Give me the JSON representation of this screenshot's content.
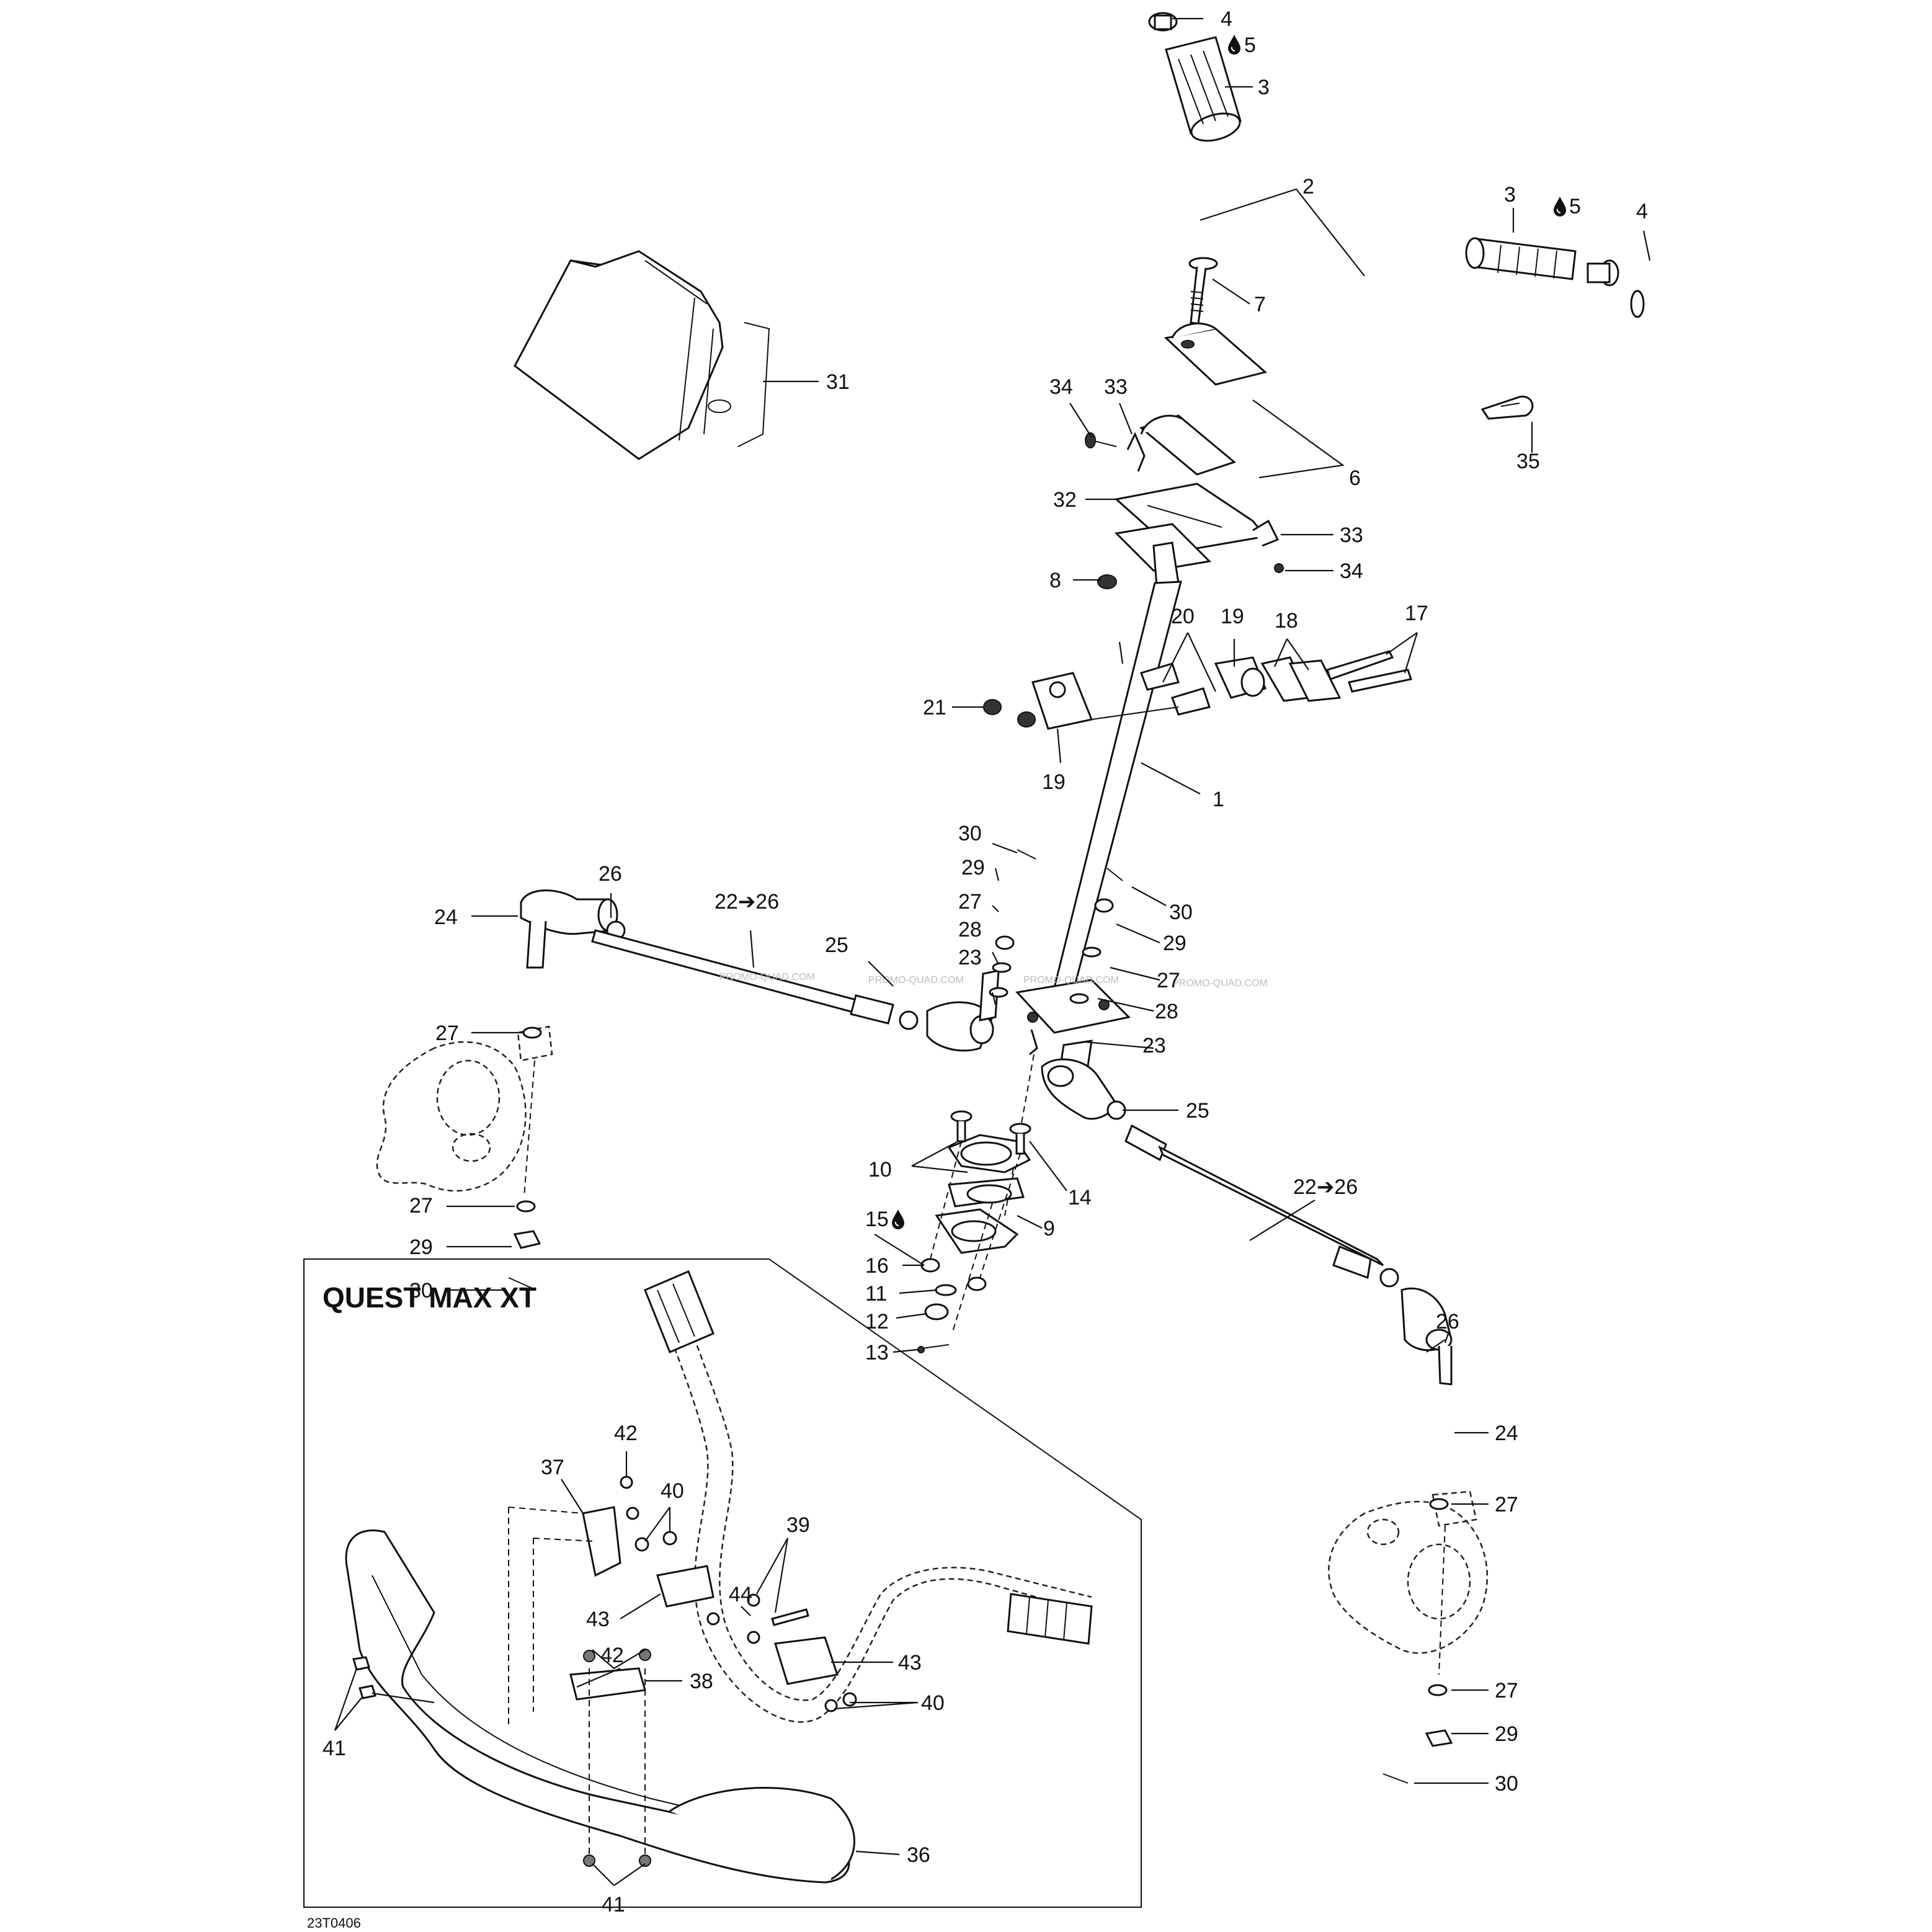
{
  "diagram": {
    "inset_title": "QUEST MAX XT",
    "drawing_code": "23T0406",
    "watermark": "PROMO-QUAD.COM",
    "oil_icon": "drop-icon",
    "callouts": [
      {
        "id": "c-4a",
        "text": "4"
      },
      {
        "id": "c-5a",
        "text": "5",
        "oil": true
      },
      {
        "id": "c-3a",
        "text": "3"
      },
      {
        "id": "c-2",
        "text": "2"
      },
      {
        "id": "c-3b",
        "text": "3"
      },
      {
        "id": "c-5b",
        "text": "5",
        "oil": true
      },
      {
        "id": "c-4b",
        "text": "4"
      },
      {
        "id": "c-7",
        "text": "7"
      },
      {
        "id": "c-31",
        "text": "31"
      },
      {
        "id": "c-34a",
        "text": "34"
      },
      {
        "id": "c-33a",
        "text": "33"
      },
      {
        "id": "c-6",
        "text": "6"
      },
      {
        "id": "c-35",
        "text": "35"
      },
      {
        "id": "c-32",
        "text": "32"
      },
      {
        "id": "c-33b",
        "text": "33"
      },
      {
        "id": "c-8",
        "text": "8"
      },
      {
        "id": "c-34b",
        "text": "34"
      },
      {
        "id": "c-20",
        "text": "20"
      },
      {
        "id": "c-19a",
        "text": "19"
      },
      {
        "id": "c-18",
        "text": "18"
      },
      {
        "id": "c-17",
        "text": "17"
      },
      {
        "id": "c-21",
        "text": "21"
      },
      {
        "id": "c-19b",
        "text": "19"
      },
      {
        "id": "c-1",
        "text": "1"
      },
      {
        "id": "c-30a",
        "text": "30"
      },
      {
        "id": "c-29a",
        "text": "29"
      },
      {
        "id": "c-26a",
        "text": "26"
      },
      {
        "id": "c-22a",
        "text": "22➔26"
      },
      {
        "id": "c-24a",
        "text": "24"
      },
      {
        "id": "c-27a",
        "text": "27"
      },
      {
        "id": "c-30b",
        "text": "30"
      },
      {
        "id": "c-28a",
        "text": "28"
      },
      {
        "id": "c-29b",
        "text": "29"
      },
      {
        "id": "c-25a",
        "text": "25"
      },
      {
        "id": "c-23a",
        "text": "23"
      },
      {
        "id": "c-27b",
        "text": "27"
      },
      {
        "id": "c-27c",
        "text": "27"
      },
      {
        "id": "c-28b",
        "text": "28"
      },
      {
        "id": "c-23b",
        "text": "23"
      },
      {
        "id": "c-25b",
        "text": "25"
      },
      {
        "id": "c-10",
        "text": "10"
      },
      {
        "id": "c-14",
        "text": "14"
      },
      {
        "id": "c-22b",
        "text": "22➔26"
      },
      {
        "id": "c-15",
        "text": "15",
        "oil": true
      },
      {
        "id": "c-9",
        "text": "9"
      },
      {
        "id": "c-27d",
        "text": "27"
      },
      {
        "id": "c-29c",
        "text": "29"
      },
      {
        "id": "c-16",
        "text": "16"
      },
      {
        "id": "c-30c",
        "text": "30"
      },
      {
        "id": "c-11",
        "text": "11"
      },
      {
        "id": "c-12",
        "text": "12"
      },
      {
        "id": "c-13",
        "text": "13"
      },
      {
        "id": "c-26b",
        "text": "26"
      },
      {
        "id": "c-24b",
        "text": "24"
      },
      {
        "id": "c-27e",
        "text": "27"
      },
      {
        "id": "c-27f",
        "text": "27"
      },
      {
        "id": "c-29d",
        "text": "29"
      },
      {
        "id": "c-30d",
        "text": "30"
      },
      {
        "id": "c-42a",
        "text": "42"
      },
      {
        "id": "c-37",
        "text": "37"
      },
      {
        "id": "c-40a",
        "text": "40"
      },
      {
        "id": "c-39",
        "text": "39"
      },
      {
        "id": "c-44",
        "text": "44"
      },
      {
        "id": "c-43a",
        "text": "43"
      },
      {
        "id": "c-43b",
        "text": "43"
      },
      {
        "id": "c-42b",
        "text": "42"
      },
      {
        "id": "c-40b",
        "text": "40"
      },
      {
        "id": "c-38",
        "text": "38"
      },
      {
        "id": "c-41a",
        "text": "41"
      },
      {
        "id": "c-36",
        "text": "36"
      },
      {
        "id": "c-41b",
        "text": "41"
      }
    ]
  }
}
